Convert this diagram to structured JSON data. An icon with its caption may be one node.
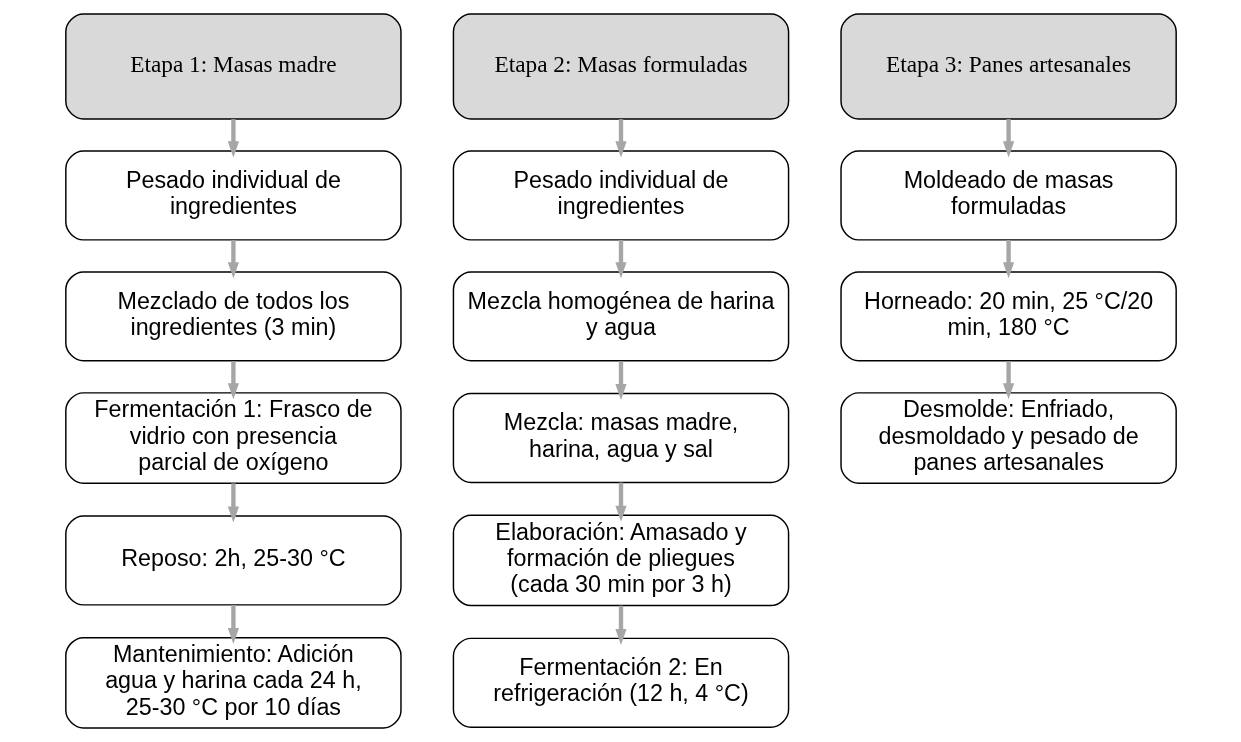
{
  "diagram": {
    "nodes": [
      {
        "text": [
          "Etapa 1: Masas madre"
        ]
      },
      {
        "text": [
          "Pesado individual de ingredientes"
        ]
      },
      {
        "text": [
          "Mezclado de todos los ingredientes (3 min)"
        ]
      },
      {
        "text": [
          "Fermentación 1: Frasco de vidrio con presencia parcial de oxígeno"
        ]
      },
      {
        "text": [
          "Reposo: 2h, 25-30 °C"
        ]
      },
      {
        "text": [
          "Mantenimiento: Adición agua y harina cada 24 h, 25-30 °C por 10 días"
        ]
      },
      {
        "text": [
          "Etapa 2: Masas formuladas"
        ]
      },
      {
        "text": [
          "Pesado individual de ingredientes"
        ]
      },
      {
        "text": [
          "Mezcla homogénea de harina y agua"
        ]
      },
      {
        "text": [
          "Mezcla: masas madre, harina, agua y sal"
        ]
      },
      {
        "text": [
          "Elaboración: Amasado y formación de pliegues (cada 30 min por 3 h)"
        ]
      },
      {
        "text": [
          "Fermentación 2: En refrigeración (12 h, 4 °C)"
        ]
      },
      {
        "text": [
          "Etapa 3: Panes artesanales"
        ]
      },
      {
        "text": [
          "Moldeado de masas formuladas"
        ]
      },
      {
        "text": [
          "Horneado: 20 min, 25 °C/20 min, 180 °C"
        ]
      },
      {
        "text": [
          "Desmolde: Enfriado, desmoldado y pesado de panes artesanales"
        ]
      }
    ],
    "edges": [
      {
        "from": 0,
        "to": 1,
        "arrow": "to"
      },
      {
        "from": 1,
        "to": 2,
        "arrow": "to"
      },
      {
        "from": 2,
        "to": 3,
        "arrow": "to"
      },
      {
        "from": 3,
        "to": 4,
        "arrow": "to"
      },
      {
        "from": 4,
        "to": 5,
        "arrow": "to"
      },
      {
        "from": 6,
        "to": 7,
        "arrow": "to"
      },
      {
        "from": 7,
        "to": 8,
        "arrow": "to"
      },
      {
        "from": 8,
        "to": 9,
        "arrow": "to"
      },
      {
        "from": 9,
        "to": 10,
        "arrow": "to"
      },
      {
        "from": 10,
        "to": 11,
        "arrow": "to"
      },
      {
        "from": 12,
        "to": 13,
        "arrow": "to"
      },
      {
        "from": 13,
        "to": 14,
        "arrow": "to"
      },
      {
        "from": 14,
        "to": 15,
        "arrow": "to"
      }
    ]
  }
}
